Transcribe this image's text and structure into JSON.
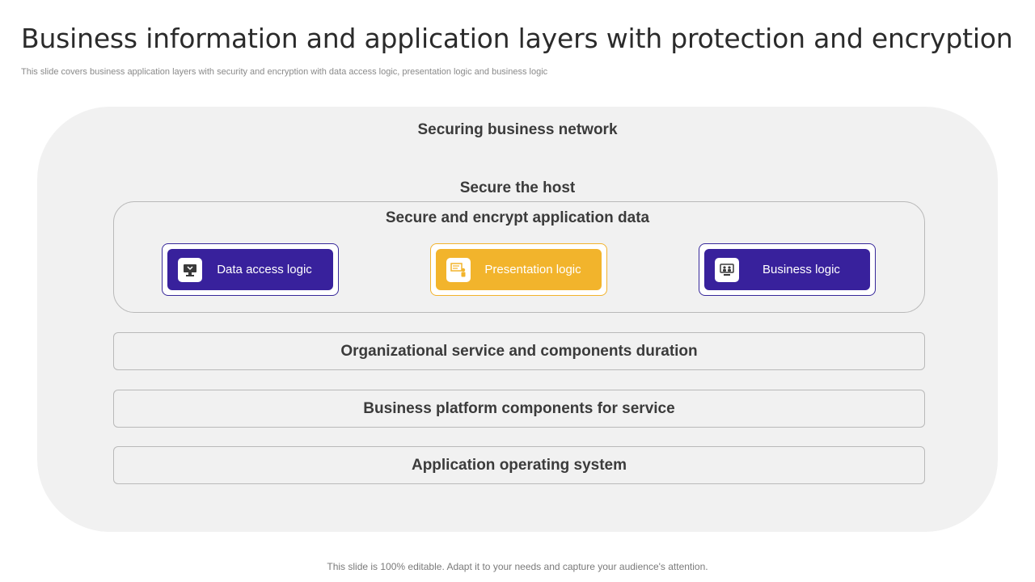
{
  "title": "Business information and application layers with protection and encryption",
  "subtitle": "This slide covers business application layers with security and encryption with data access logic, presentation logic and business logic",
  "diagram": {
    "outer_label": "Securing business network",
    "host_label": "Secure the host",
    "app_label": "Secure and encrypt application data",
    "logic_boxes": [
      {
        "label": "Data access logic",
        "icon": "monitor-icon",
        "color": "#38219c"
      },
      {
        "label": "Presentation logic",
        "icon": "presentation-board-icon",
        "color": "#f2b42c"
      },
      {
        "label": "Business logic",
        "icon": "computer-users-icon",
        "color": "#38219c"
      }
    ],
    "layers": [
      "Organizational service and components duration",
      "Business platform components for service",
      "Application operating system"
    ]
  },
  "footer": "This slide is 100% editable. Adapt it to your needs and capture your audience's attention."
}
